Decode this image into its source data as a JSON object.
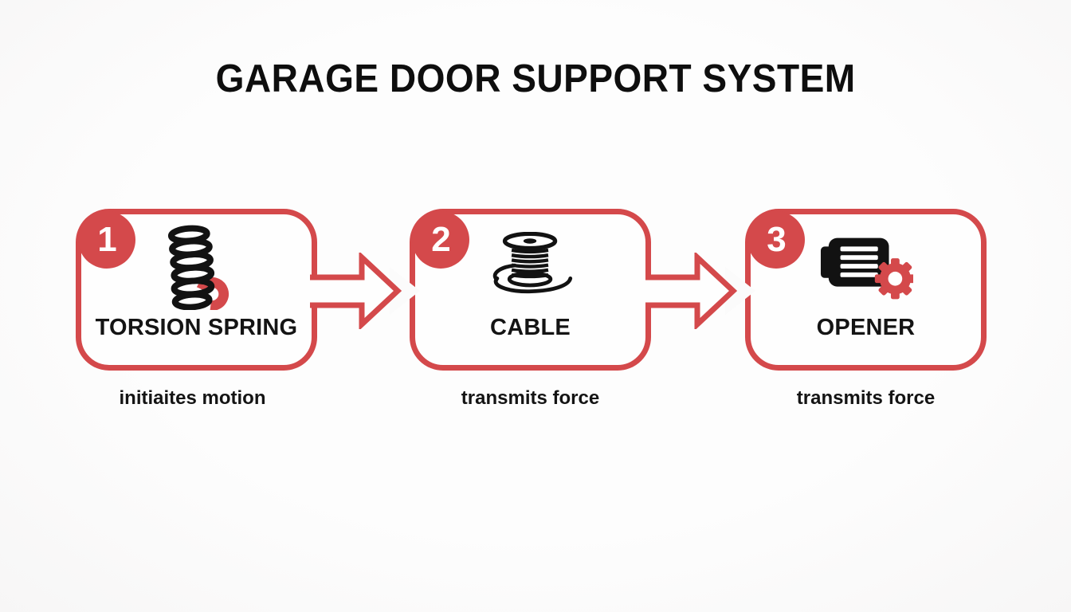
{
  "title": "GARAGE DOOR SUPPORT SYSTEM",
  "colors": {
    "accent": "#d4494b",
    "icon_ink": "#121212",
    "text": "#141414",
    "background": "#fbfbfb"
  },
  "steps": [
    {
      "number": "1",
      "label": "TORSION SPRING",
      "caption": "initiaites motion",
      "icon": "torsion-spring-icon"
    },
    {
      "number": "2",
      "label": "CABLE",
      "caption": "transmits force",
      "icon": "cable-spool-icon"
    },
    {
      "number": "3",
      "label": "OPENER",
      "caption": "transmits force",
      "icon": "opener-motor-gear-icon"
    }
  ],
  "connectors": [
    {
      "type": "arrow-right",
      "from": "TORSION SPRING",
      "to": "CABLE"
    },
    {
      "type": "arrow-right",
      "from": "CABLE",
      "to": "OPENER"
    }
  ]
}
